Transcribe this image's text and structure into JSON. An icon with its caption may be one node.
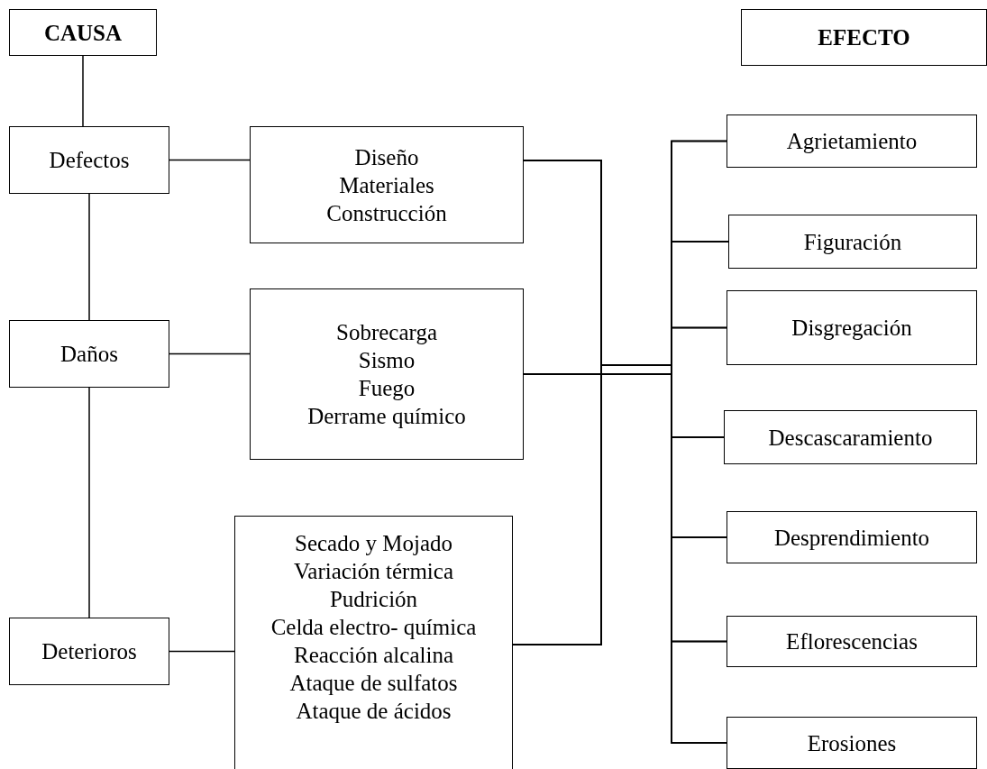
{
  "diagram": {
    "nodes": [
      {
        "text": [
          "CAUSA"
        ]
      },
      {
        "text": [
          "EFECTO"
        ]
      },
      {
        "text": [
          "Defectos"
        ]
      },
      {
        "text": [
          "Diseño",
          "Materiales",
          "Construcción"
        ]
      },
      {
        "text": [
          "Daños"
        ]
      },
      {
        "text": [
          "Sobrecarga",
          "Sismo",
          "Fuego",
          "Derrame químico"
        ]
      },
      {
        "text": [
          "Deterioros"
        ]
      },
      {
        "text": [
          "Secado y Mojado",
          "Variación térmica",
          "Pudrición",
          "Celda electro- química",
          "Reacción alcalina",
          "Ataque de sulfatos",
          "Ataque de ácidos"
        ]
      },
      {
        "text": [
          "Agrietamiento"
        ]
      },
      {
        "text": [
          "Figuración"
        ]
      },
      {
        "text": [
          "Disgregación"
        ]
      },
      {
        "text": [
          "Descascaramiento"
        ]
      },
      {
        "text": [
          "Desprendimiento"
        ]
      },
      {
        "text": [
          "Eflorescencias"
        ]
      },
      {
        "text": [
          "Erosiones"
        ]
      }
    ],
    "edges": [
      {
        "from": 0,
        "to": 2,
        "arrow": "none"
      },
      {
        "from": 2,
        "to": 4,
        "arrow": "none"
      },
      {
        "from": 4,
        "to": 6,
        "arrow": "none"
      },
      {
        "from": 2,
        "to": 3,
        "arrow": "none"
      },
      {
        "from": 4,
        "to": 5,
        "arrow": "none"
      },
      {
        "from": 6,
        "to": 7,
        "arrow": "none"
      },
      {
        "from": 3,
        "to": 8,
        "arrow": "none"
      },
      {
        "from": 3,
        "to": 9,
        "arrow": "none"
      },
      {
        "from": 3,
        "to": 10,
        "arrow": "none"
      },
      {
        "from": 3,
        "to": 11,
        "arrow": "none"
      },
      {
        "from": 3,
        "to": 12,
        "arrow": "none"
      },
      {
        "from": 3,
        "to": 13,
        "arrow": "none"
      },
      {
        "from": 3,
        "to": 14,
        "arrow": "none"
      },
      {
        "from": 5,
        "to": 8,
        "arrow": "none"
      },
      {
        "from": 5,
        "to": 9,
        "arrow": "none"
      },
      {
        "from": 5,
        "to": 10,
        "arrow": "none"
      },
      {
        "from": 5,
        "to": 11,
        "arrow": "none"
      },
      {
        "from": 5,
        "to": 12,
        "arrow": "none"
      },
      {
        "from": 5,
        "to": 13,
        "arrow": "none"
      },
      {
        "from": 5,
        "to": 14,
        "arrow": "none"
      },
      {
        "from": 7,
        "to": 8,
        "arrow": "none"
      },
      {
        "from": 7,
        "to": 9,
        "arrow": "none"
      },
      {
        "from": 7,
        "to": 10,
        "arrow": "none"
      },
      {
        "from": 7,
        "to": 11,
        "arrow": "none"
      },
      {
        "from": 7,
        "to": 12,
        "arrow": "none"
      },
      {
        "from": 7,
        "to": 13,
        "arrow": "none"
      },
      {
        "from": 7,
        "to": 14,
        "arrow": "none"
      }
    ]
  }
}
